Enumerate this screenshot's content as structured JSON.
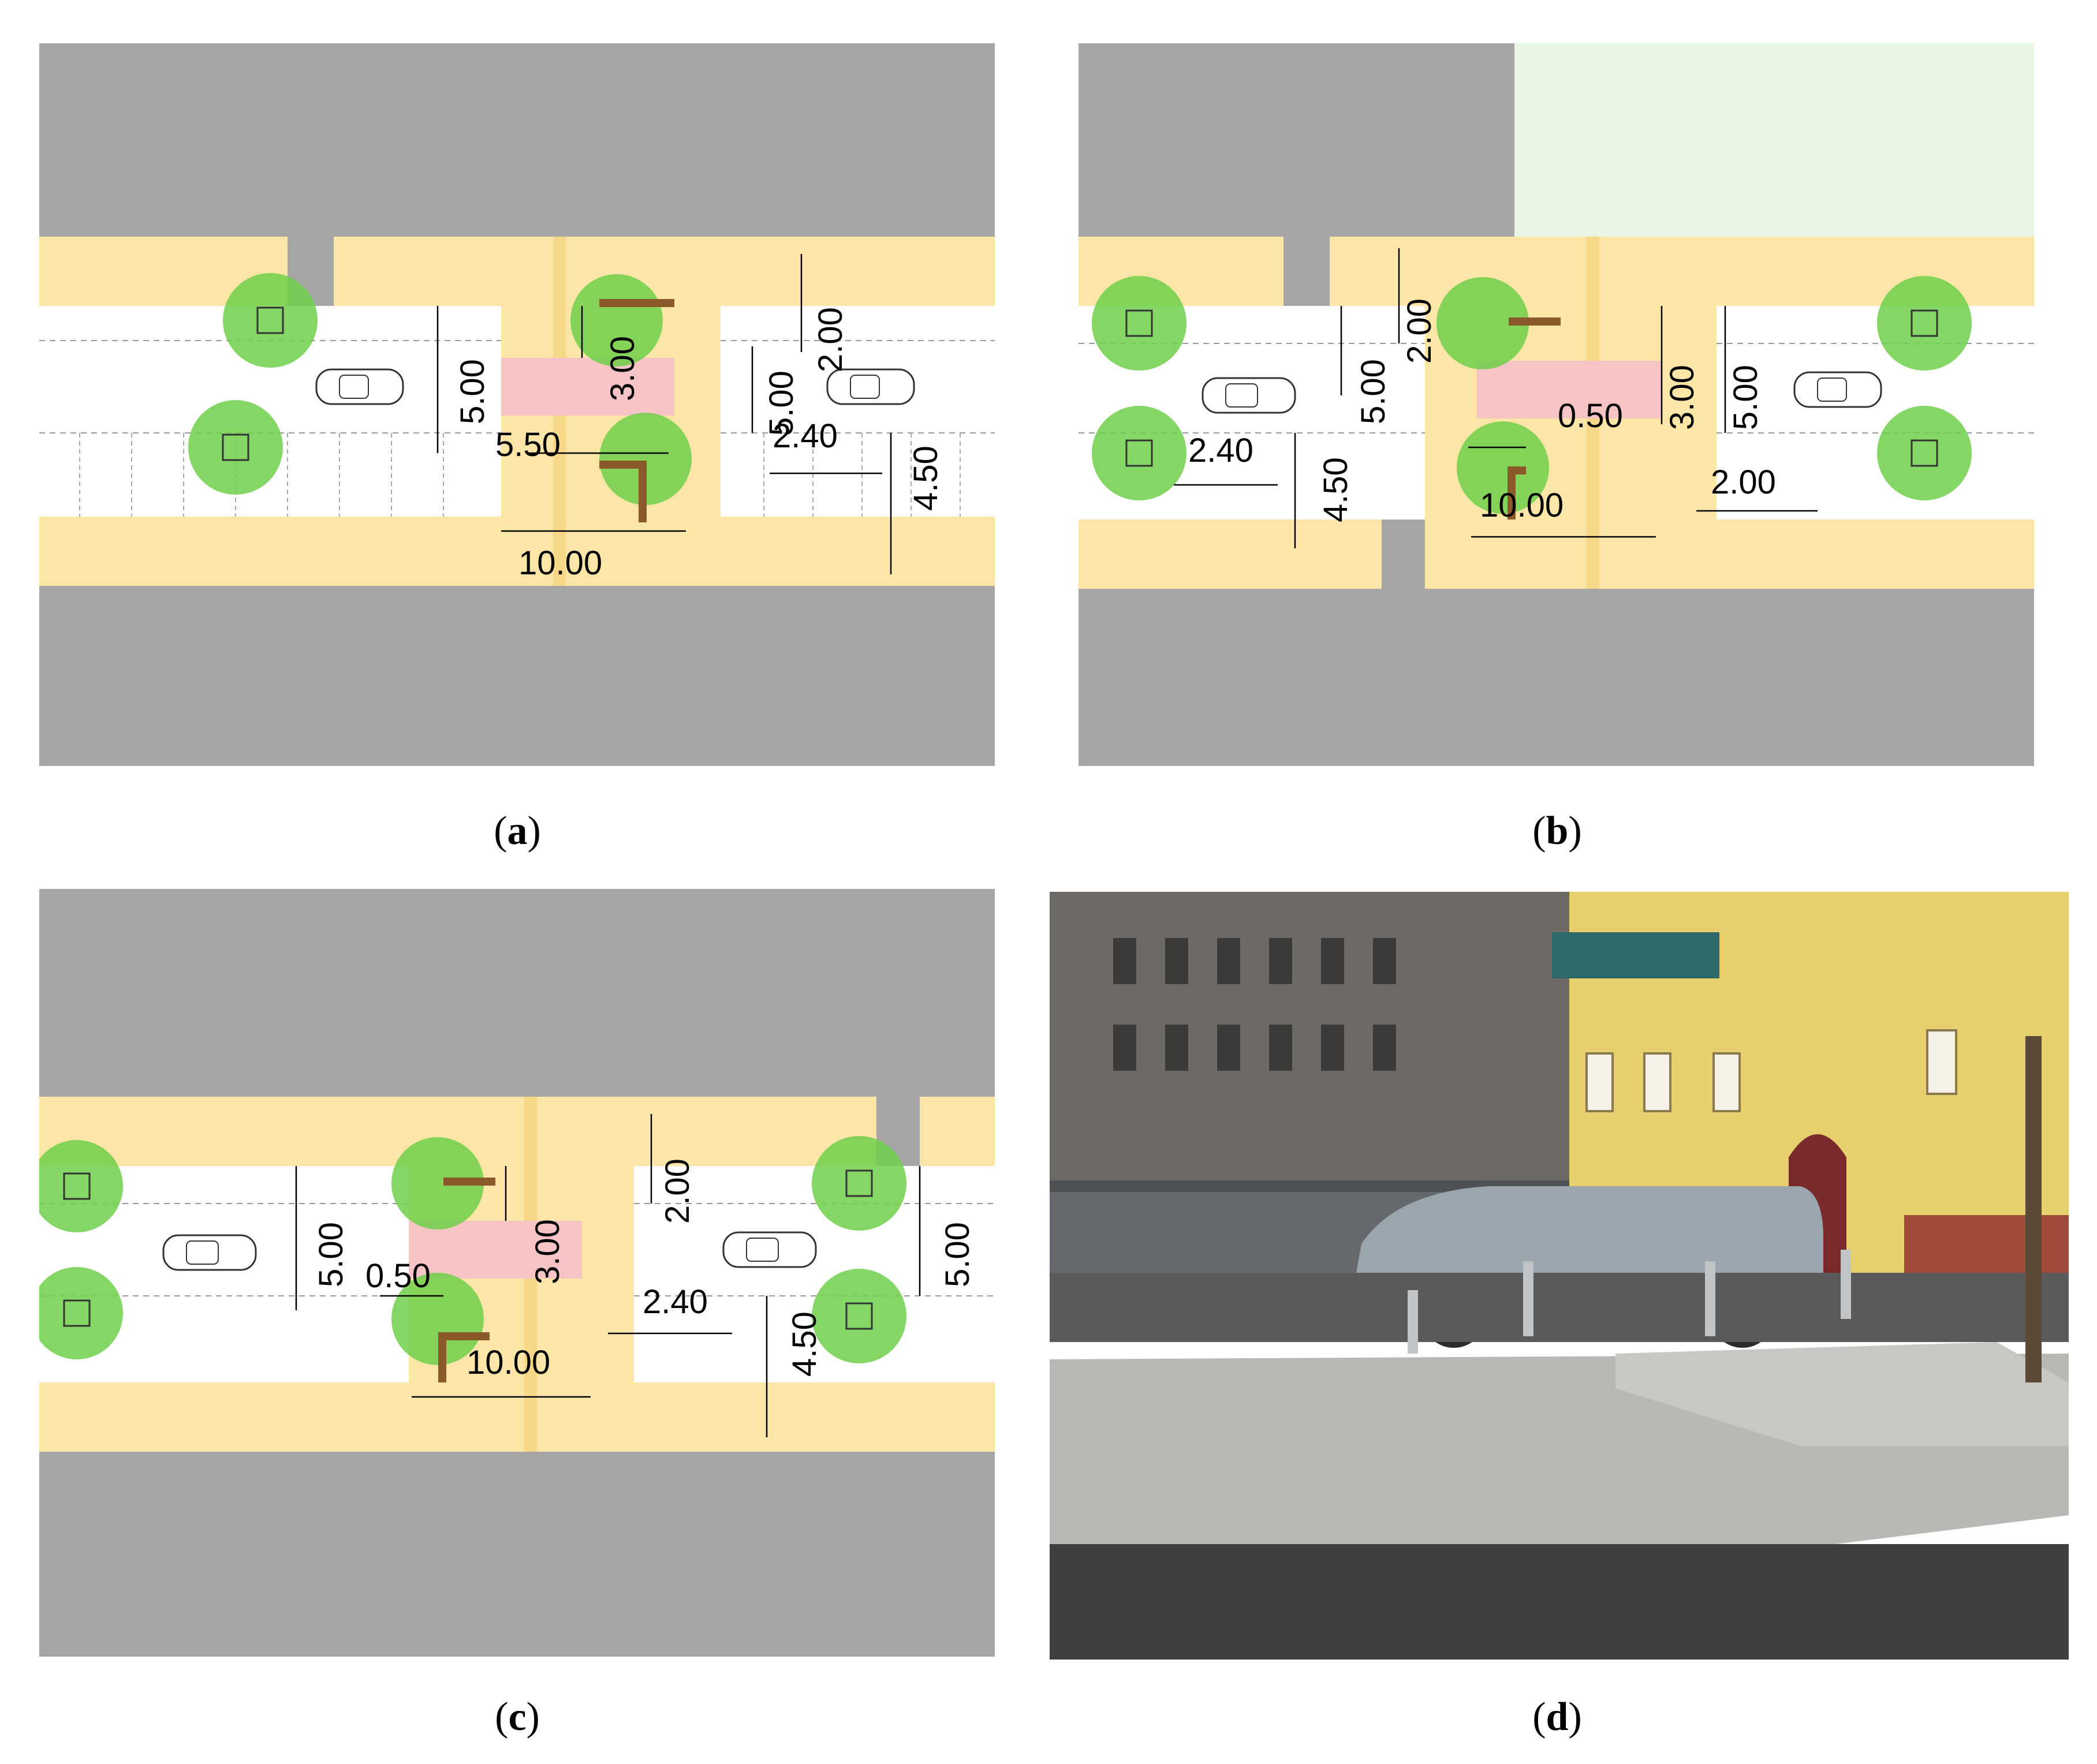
{
  "panels": [
    {
      "id": "a",
      "caption_letter": "a",
      "dims": [
        "5.00",
        "3.00",
        "5.50",
        "10.00",
        "2.00",
        "5.00",
        "2.40",
        "4.50"
      ]
    },
    {
      "id": "b",
      "caption_letter": "b",
      "dims": [
        "2.40",
        "4.50",
        "5.00",
        "2.00",
        "0.50",
        "10.00",
        "3.00",
        "5.00",
        "2.00"
      ]
    },
    {
      "id": "c",
      "caption_letter": "c",
      "dims": [
        "5.00",
        "0.50",
        "3.00",
        "10.00",
        "2.00",
        "2.40",
        "4.50",
        "5.00"
      ]
    },
    {
      "id": "d",
      "caption_letter": "d",
      "kind": "photo"
    }
  ],
  "colors": {
    "road_gray": "#a6a6a6",
    "sidewalk": "#fbe6a8",
    "crossing": "#f6c4c4",
    "tree": "#6fcf4a",
    "green_area": "#e9f6e3",
    "planter": "#8b5a2b"
  },
  "icons": [
    "tree-icon",
    "car-icon",
    "planter-icon",
    "dimension-arrow-icon"
  ]
}
